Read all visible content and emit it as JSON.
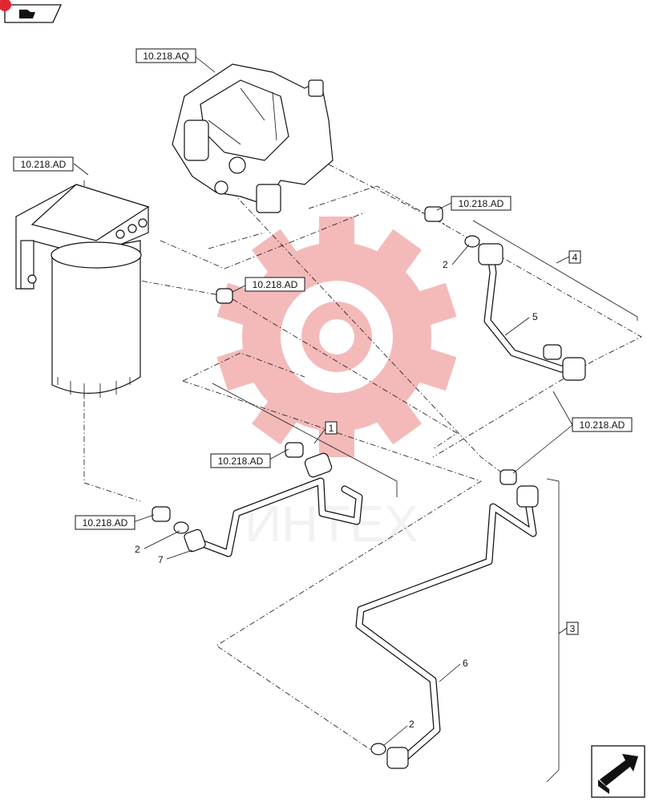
{
  "refs": {
    "pump": "10.218.AQ",
    "filter": "10.218.AD",
    "pump_port": "10.218.AD",
    "filter_port": "10.218.AD",
    "upper_fitting": "10.218.AD",
    "lower_left_fitting": "10.218.AD",
    "right_fitting": "10.218.AD"
  },
  "group_labels": {
    "g1": "1",
    "g3": "3",
    "g4": "4"
  },
  "item_labels": {
    "oring_top": "2",
    "oring_left": "2",
    "oring_bottom": "2",
    "pipe_5": "5",
    "pipe_6": "6",
    "fitting_7": "7"
  },
  "watermark": {
    "text": "ИНТЕХ",
    "color": "#e23b3b"
  },
  "icons": {
    "top_left": "navigation-icon",
    "bottom_right": "next-page-arrow-icon"
  }
}
